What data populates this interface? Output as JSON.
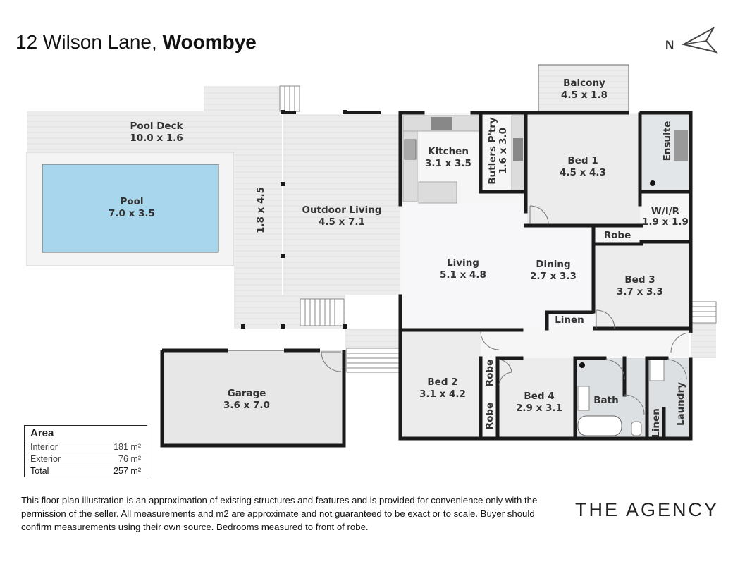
{
  "title": {
    "street": "12 Wilson Lane,",
    "suburb": "Woombye"
  },
  "compass": {
    "label": "N"
  },
  "rooms": {
    "pool_deck": {
      "name": "Pool Deck",
      "size": "10.0 x 1.6"
    },
    "pool": {
      "name": "Pool",
      "size": "7.0 x 3.5"
    },
    "walkway": {
      "size": "1.8 x 4.5"
    },
    "outdoor_living": {
      "name": "Outdoor Living",
      "size": "4.5 x 7.1"
    },
    "garage": {
      "name": "Garage",
      "size": "3.6 x 7.0"
    },
    "kitchen": {
      "name": "Kitchen",
      "size": "3.1 x 3.5"
    },
    "butlers": {
      "name": "Butlers P'try",
      "size": "1.6 x 3.0"
    },
    "balcony": {
      "name": "Balcony",
      "size": "4.5 x 1.8"
    },
    "bed1": {
      "name": "Bed 1",
      "size": "4.5 x 4.3"
    },
    "ensuite": {
      "name": "Ensuite"
    },
    "wir": {
      "name": "W/I/R",
      "size": "1.9 x 1.9"
    },
    "robe_bed3": {
      "name": "Robe"
    },
    "living": {
      "name": "Living",
      "size": "5.1 x 4.8"
    },
    "dining": {
      "name": "Dining",
      "size": "2.7 x 3.3"
    },
    "bed3": {
      "name": "Bed 3",
      "size": "3.7 x 3.3"
    },
    "linen_hall": {
      "name": "Linen"
    },
    "bed2": {
      "name": "Bed 2",
      "size": "3.1 x 4.2"
    },
    "robe_top": {
      "name": "Robe"
    },
    "robe_bottom": {
      "name": "Robe"
    },
    "bed4": {
      "name": "Bed 4",
      "size": "2.9 x 3.1"
    },
    "bath": {
      "name": "Bath"
    },
    "linen_small": {
      "name": "Linen"
    },
    "laundry": {
      "name": "Laundry"
    }
  },
  "area": {
    "heading": "Area",
    "rows": [
      {
        "label": "Interior",
        "value": "181 m²"
      },
      {
        "label": "Exterior",
        "value": "76 m²"
      },
      {
        "label": "Total",
        "value": "257 m²"
      }
    ]
  },
  "disclaimer": "This floor plan illustration is an approximation of existing structures and features and is provided for convenience only with the permission of the seller. All measurements and m2 are approximate and not guaranteed to be exact or to scale. Buyer should confirm measurements using their own source. Bedrooms measured to front of robe.",
  "brand": "THE AGENCY"
}
